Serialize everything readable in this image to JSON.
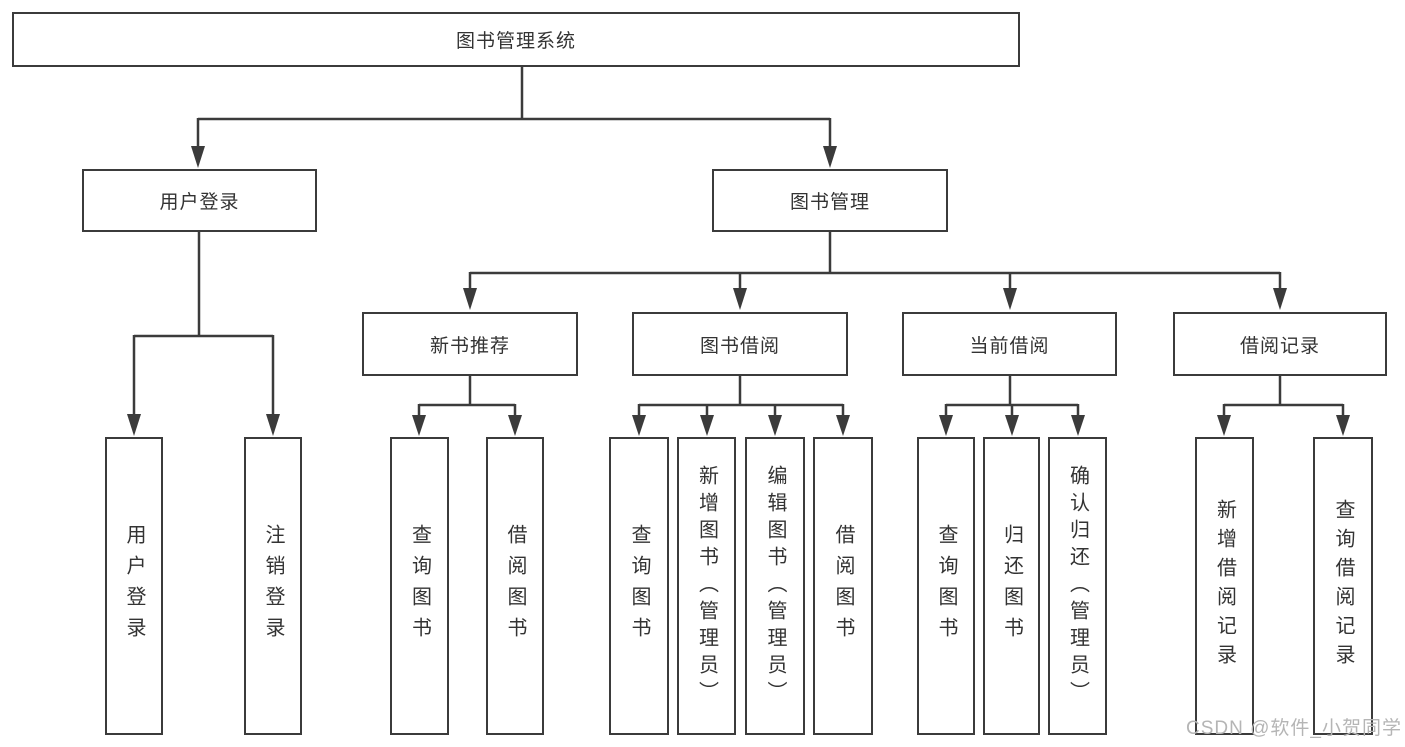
{
  "diagram": {
    "title_node": {
      "label": "图书管理系统"
    },
    "level2": [
      {
        "label": "用户登录"
      },
      {
        "label": "图书管理"
      }
    ],
    "level3": [
      {
        "label": "新书推荐"
      },
      {
        "label": "图书借阅"
      },
      {
        "label": "当前借阅"
      },
      {
        "label": "借阅记录"
      }
    ],
    "leaves": {
      "user_login": [
        {
          "label": "用户登录"
        },
        {
          "label": "注销登录"
        }
      ],
      "new_books": [
        {
          "label": "查询图书"
        },
        {
          "label": "借阅图书"
        }
      ],
      "book_borrow": [
        {
          "label": "查询图书"
        },
        {
          "label": "新增图书（管理员）"
        },
        {
          "label": "编辑图书（管理员）"
        },
        {
          "label": "借阅图书"
        }
      ],
      "current_borrow": [
        {
          "label": "查询图书"
        },
        {
          "label": "归还图书"
        },
        {
          "label": "确认归还（管理员）"
        }
      ],
      "borrow_records": [
        {
          "label": "新增借阅记录"
        },
        {
          "label": "查询借阅记录"
        }
      ]
    },
    "watermark": "CSDN @软件_小贺同学",
    "colors": {
      "line": "#3b3b3b",
      "text": "#333333",
      "watermark": "#b5b5b5",
      "background": "#ffffff"
    }
  }
}
